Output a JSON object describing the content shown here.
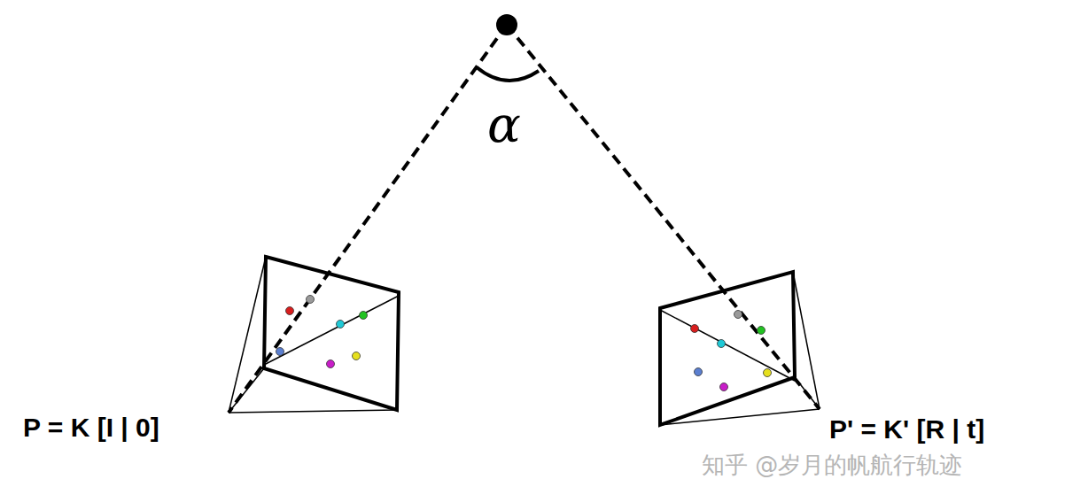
{
  "diagram": {
    "labels": [
      "α",
      "P = K [I | 0]",
      "P' = K' [R | t]",
      "知乎 @岁月的帆航行轨迹"
    ]
  }
}
